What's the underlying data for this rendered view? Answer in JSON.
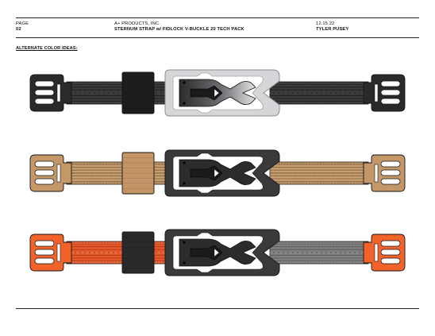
{
  "header": {
    "page_label": "PAGE",
    "page_number": "02",
    "company": "A+ PRODUCTS, INC.",
    "document_title": "STERNUM STRAP w/ FIDLOCK V-BUCKLE 20 TECH PACK",
    "date": "12.15.22",
    "author": "TYLER PUSEY"
  },
  "section_title": "ALTERNATE COLOR IDEAS:",
  "straps": [
    {
      "name": "black",
      "colors": {
        "clip": "#2a2a2c",
        "webbing_left": "#3a3a3c",
        "webbing_right": "#3a3a3c",
        "weave_left": "#232325",
        "weave_right": "#232325",
        "stitch_left": "#6a6a6a",
        "stitch_right": "#6a6a6a",
        "keeper": "#1d1d1f",
        "buckle_frame": "#d4d6d8",
        "buckle_frame_stroke": "#8a8c8f",
        "buckle_body": "#353537",
        "buckle_gradient": true
      }
    },
    {
      "name": "coyote",
      "colors": {
        "clip": "#c49768",
        "webbing_left": "#c79e6f",
        "webbing_right": "#c79e6f",
        "weave_left": "#8f6d47",
        "weave_right": "#8f6d47",
        "stitch_left": "#6d5236",
        "stitch_right": "#6d5236",
        "keeper": "#c49466",
        "buckle_frame": "#3a3a3c",
        "buckle_frame_stroke": "#1b1b1d",
        "buckle_body": "#2c2c2e",
        "buckle_gradient": false
      }
    },
    {
      "name": "orange-grey",
      "colors": {
        "clip": "#f2632b",
        "webbing_left": "#e9582a",
        "webbing_right": "#7f7f80",
        "weave_left": "#b5401c",
        "weave_right": "#5f5f60",
        "stitch_left": "#ffd1b8",
        "stitch_right": "#c9c9c9",
        "keeper": "#2a2a2c",
        "buckle_frame": "#3a3a3c",
        "buckle_frame_stroke": "#1b1b1d",
        "buckle_body": "#2c2c2e",
        "buckle_gradient": false
      }
    }
  ]
}
